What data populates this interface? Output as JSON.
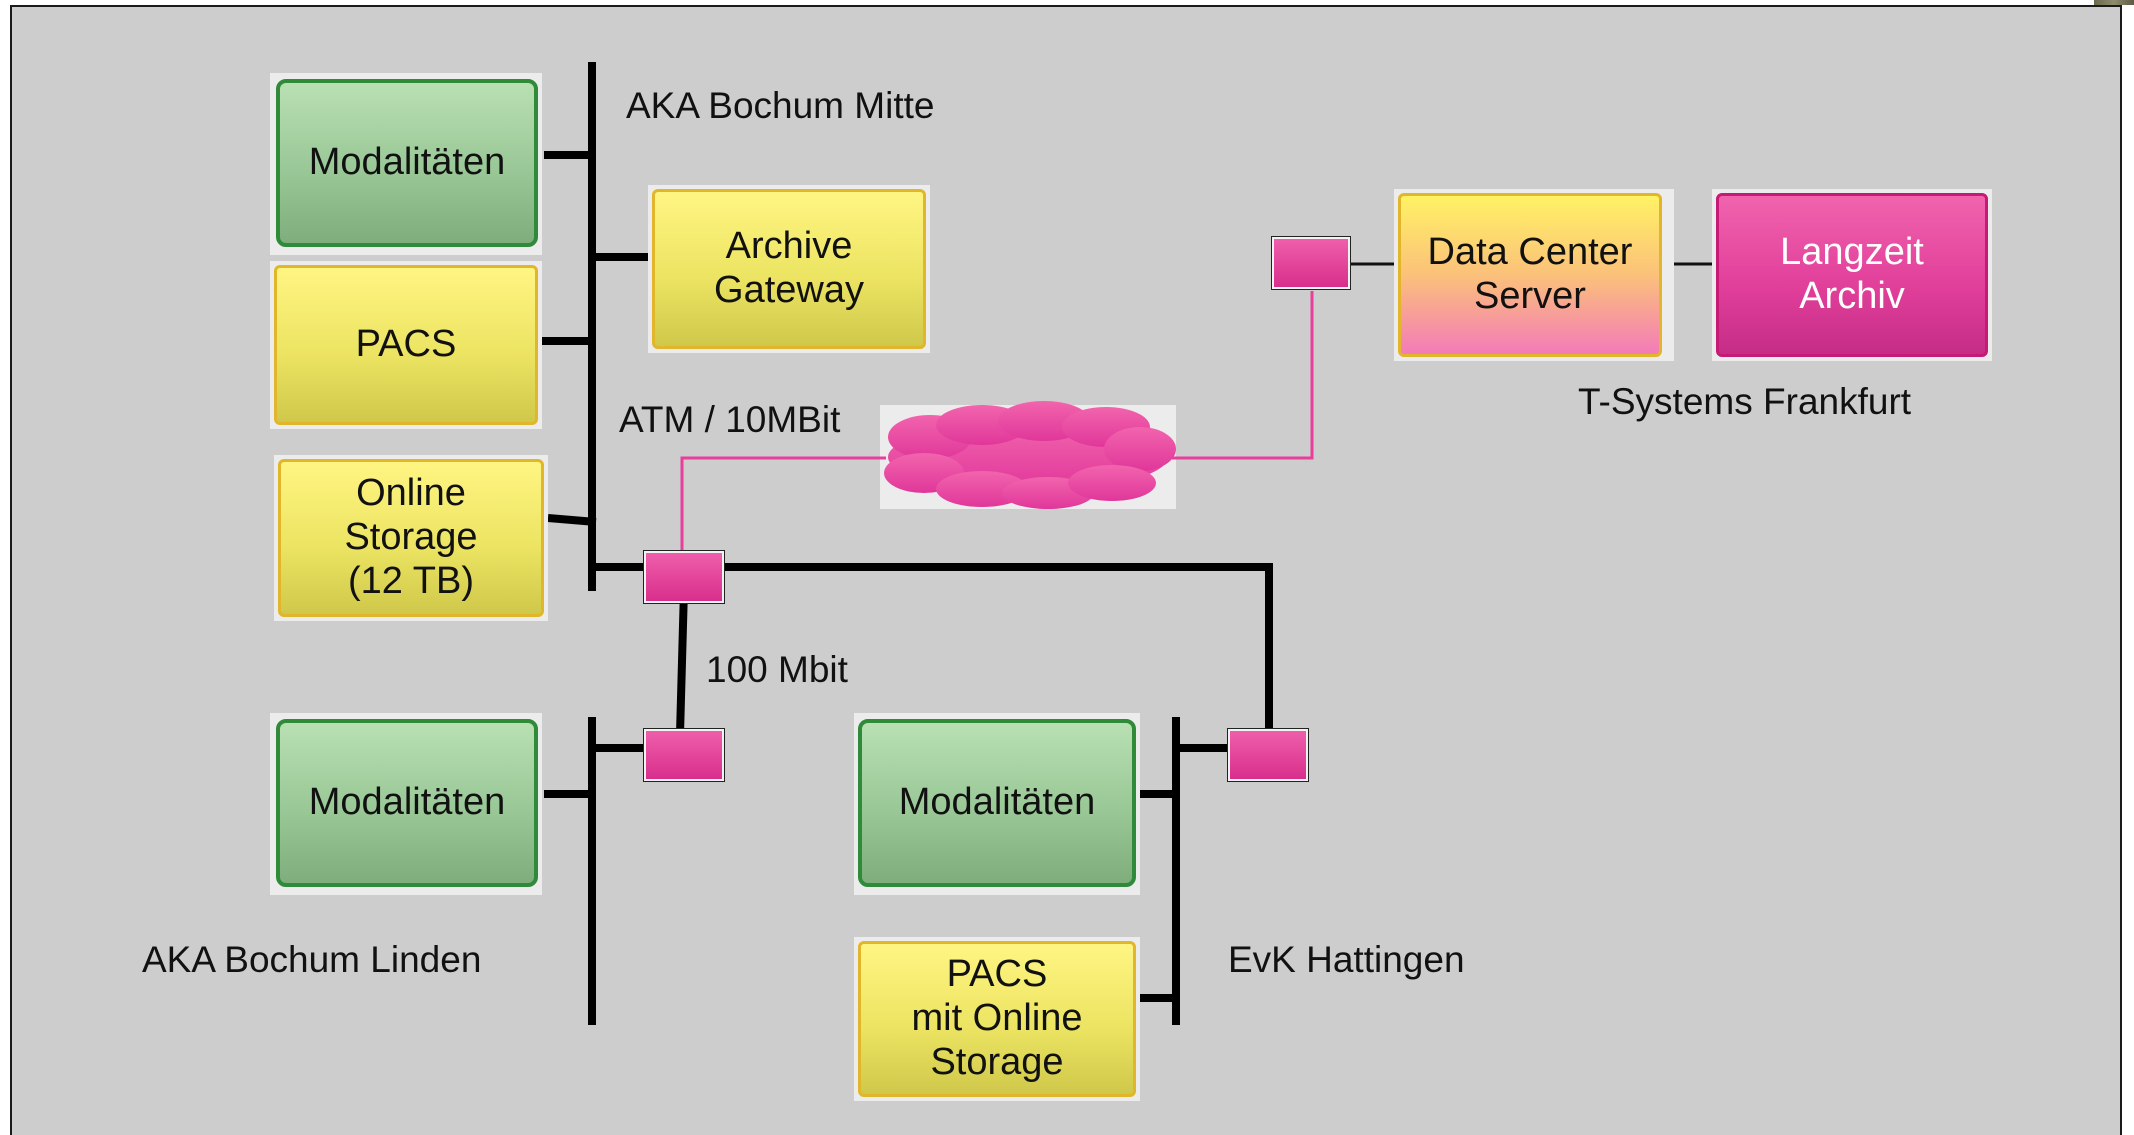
{
  "sites": {
    "mitte": "AKA Bochum Mitte",
    "linden": "AKA Bochum Linden",
    "hattingen": "EvK Hattingen",
    "frankfurt": "T-Systems Frankfurt"
  },
  "links": {
    "wan": "ATM / 10MBit",
    "lan": "100 Mbit"
  },
  "nodes": {
    "mitte_modalitaeten": "Modalitäten",
    "mitte_pacs": "PACS",
    "mitte_online_storage": "Online\nStorage\n(12 TB)",
    "mitte_archive_gateway": "Archive\nGateway",
    "linden_modalitaeten": "Modalitäten",
    "hattingen_modalitaeten": "Modalitäten",
    "hattingen_pacs": "PACS\nmit Online\nStorage",
    "data_center_server": "Data Center\nServer",
    "langzeit_archiv": "Langzeit\nArchiv"
  },
  "colors": {
    "green_node": "#99c796",
    "yellow_node": "#ece462",
    "magenta_node": "#e2409b",
    "wan_link": "#e8409a",
    "bus": "#000000",
    "background": "#cdcdcd"
  }
}
